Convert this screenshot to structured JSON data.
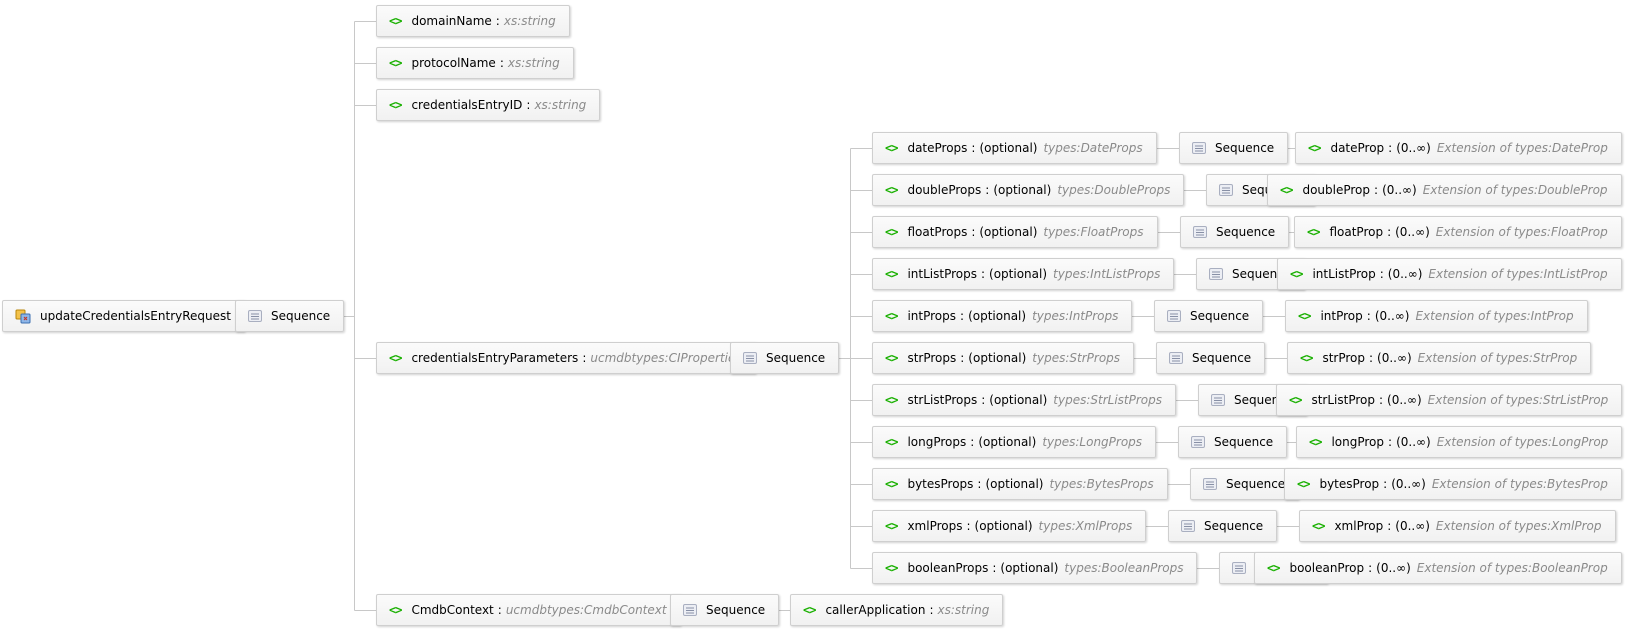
{
  "root": {
    "label": "updateCredentialsEntryRequest",
    "icon": "element-root-icon"
  },
  "sequence_label": "Sequence",
  "separator": ":",
  "simple_elements": [
    {
      "name": "domainName",
      "type": "xs:string"
    },
    {
      "name": "protocolName",
      "type": "xs:string"
    },
    {
      "name": "credentialsEntryID",
      "type": "xs:string"
    }
  ],
  "params": {
    "name": "credentialsEntryParameters",
    "type": "ucmdbtypes:CIProperties"
  },
  "props": [
    {
      "name": "dateProps",
      "card": "(optional)",
      "type": "types:DateProps",
      "child": "dateProp",
      "child_card": "(0..∞)",
      "child_type": "Extension of types:DateProp"
    },
    {
      "name": "doubleProps",
      "card": "(optional)",
      "type": "types:DoubleProps",
      "child": "doubleProp",
      "child_card": "(0..∞)",
      "child_type": "Extension of types:DoubleProp"
    },
    {
      "name": "floatProps",
      "card": "(optional)",
      "type": "types:FloatProps",
      "child": "floatProp",
      "child_card": "(0..∞)",
      "child_type": "Extension of types:FloatProp"
    },
    {
      "name": "intListProps",
      "card": "(optional)",
      "type": "types:IntListProps",
      "child": "intListProp",
      "child_card": "(0..∞)",
      "child_type": "Extension of types:IntListProp"
    },
    {
      "name": "intProps",
      "card": "(optional)",
      "type": "types:IntProps",
      "child": "intProp",
      "child_card": "(0..∞)",
      "child_type": "Extension of types:IntProp"
    },
    {
      "name": "strProps",
      "card": "(optional)",
      "type": "types:StrProps",
      "child": "strProp",
      "child_card": "(0..∞)",
      "child_type": "Extension of types:StrProp"
    },
    {
      "name": "strListProps",
      "card": "(optional)",
      "type": "types:StrListProps",
      "child": "strListProp",
      "child_card": "(0..∞)",
      "child_type": "Extension of types:StrListProp"
    },
    {
      "name": "longProps",
      "card": "(optional)",
      "type": "types:LongProps",
      "child": "longProp",
      "child_card": "(0..∞)",
      "child_type": "Extension of types:LongProp"
    },
    {
      "name": "bytesProps",
      "card": "(optional)",
      "type": "types:BytesProps",
      "child": "bytesProp",
      "child_card": "(0..∞)",
      "child_type": "Extension of types:BytesProp"
    },
    {
      "name": "xmlProps",
      "card": "(optional)",
      "type": "types:XmlProps",
      "child": "xmlProp",
      "child_card": "(0..∞)",
      "child_type": "Extension of types:XmlProp"
    },
    {
      "name": "booleanProps",
      "card": "(optional)",
      "type": "types:BooleanProps",
      "child": "booleanProp",
      "child_card": "(0..∞)",
      "child_type": "Extension of types:BooleanProp"
    }
  ],
  "cmdb": {
    "name": "CmdbContext",
    "type": "ucmdbtypes:CmdbContext",
    "child": "callerApplication",
    "child_type": "xs:string"
  },
  "colors": {
    "element_icon": "#19b000",
    "type_text": "#8a8a8a",
    "connector": "#c8c8c8",
    "node_border": "#cfcfcf"
  }
}
